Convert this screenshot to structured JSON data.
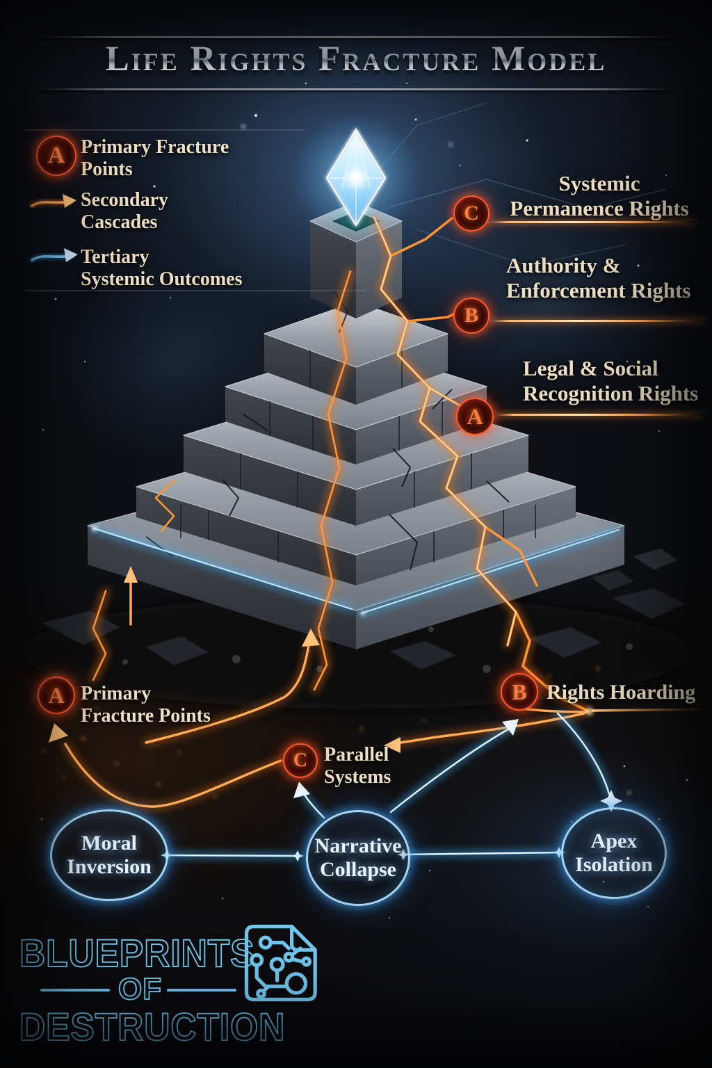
{
  "title": "Life Rights Fracture Model",
  "colors": {
    "accent_orange": "#ff8a2e",
    "accent_blue": "#4db8ff",
    "text_cream": "#ecdfc3",
    "badge_red": "#ff5a2e",
    "logo_blue": "#72c7ee",
    "title_silver": "#d7dde4",
    "crystal_cyan": "#bfe9ff"
  },
  "legend": {
    "items": [
      {
        "marker": "badge-a-icon",
        "letter": "A",
        "lines": [
          "Primary Fracture",
          "Points"
        ]
      },
      {
        "marker": "orange-arrow-icon",
        "lines": [
          "Secondary",
          "Cascades"
        ]
      },
      {
        "marker": "blue-arrow-icon",
        "lines": [
          "Tertiary",
          "Systemic Outcomes"
        ]
      }
    ]
  },
  "tier_callouts": [
    {
      "letter": "C",
      "lines": [
        "Systemic",
        "Permanence Rights"
      ]
    },
    {
      "letter": "B",
      "lines": [
        "Authority &",
        "Enforcement Rights"
      ]
    },
    {
      "letter": "A",
      "lines": [
        "Legal & Social",
        "Recognition Rights"
      ]
    }
  ],
  "fracture_callouts": [
    {
      "letter": "A",
      "lines": [
        "Primary",
        "Fracture Points"
      ]
    },
    {
      "letter": "C",
      "lines": [
        "Parallel",
        "Systems"
      ]
    },
    {
      "letter": "B",
      "lines": [
        "Rights Hoarding"
      ]
    }
  ],
  "outcome_nodes": [
    {
      "lines": [
        "Moral",
        "Inversion"
      ]
    },
    {
      "lines": [
        "Narrative",
        "Collapse"
      ]
    },
    {
      "lines": [
        "Apex",
        "Isolation"
      ]
    }
  ],
  "footer_logo": {
    "line1": "BLUEPRINTS",
    "line2": "OF",
    "line3": "DESTRUCTION",
    "icon": "blueprint-document-circuit-icon"
  }
}
